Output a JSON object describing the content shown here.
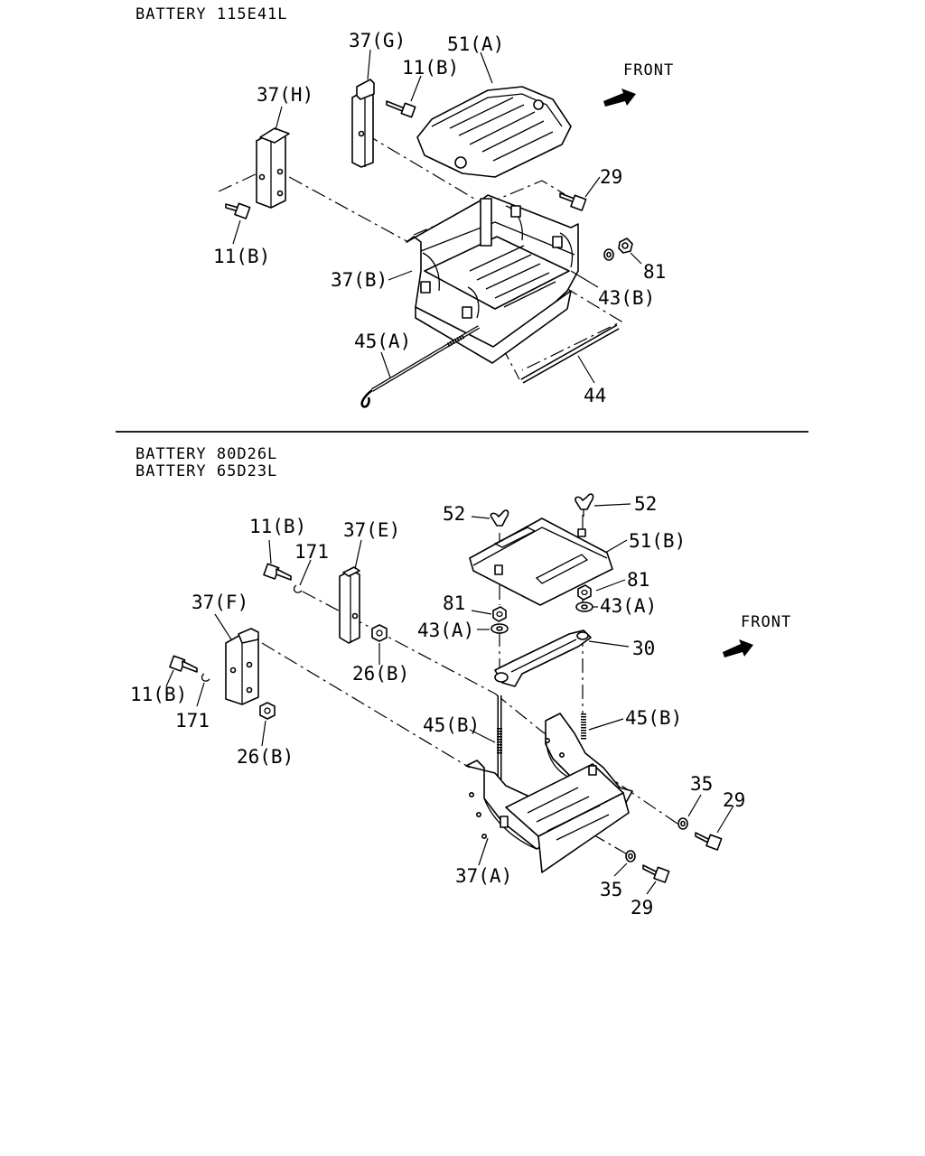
{
  "headers": {
    "top": "BATTERY 115E41L",
    "bottom_line1": "BATTERY 80D26L",
    "bottom_line2": "BATTERY 65D23L"
  },
  "front_labels": {
    "top": "FRONT",
    "bottom": "FRONT"
  },
  "top_section": {
    "callouts": {
      "c37g": "37(G)",
      "c51a": "51(A)",
      "c11b_upper": "11(B)",
      "c37h": "37(H)",
      "c29": "29",
      "c11b_left": "11(B)",
      "c81": "81",
      "c37b": "37(B)",
      "c43b": "43(B)",
      "c45a": "45(A)",
      "c44": "44"
    }
  },
  "bottom_section": {
    "callouts": {
      "c52_left": "52",
      "c52_right": "52",
      "c51b": "51(B)",
      "c11b_top": "11(B)",
      "c171_top": "171",
      "c37e": "37(E)",
      "c81_right": "81",
      "c43a_right": "43(A)",
      "c37f": "37(F)",
      "c81_left": "81",
      "c43a_left": "43(A)",
      "c30": "30",
      "c26b_upper": "26(B)",
      "c11b_left": "11(B)",
      "c171_left": "171",
      "c45b_right": "45(B)",
      "c26b_lower": "26(B)",
      "c45b_left": "45(B)",
      "c35_right": "35",
      "c29_right": "29",
      "c37a": "37(A)",
      "c35_bottom": "35",
      "c29_bottom": "29"
    }
  },
  "icons": {
    "front_arrow": "front-arrow-icon"
  }
}
